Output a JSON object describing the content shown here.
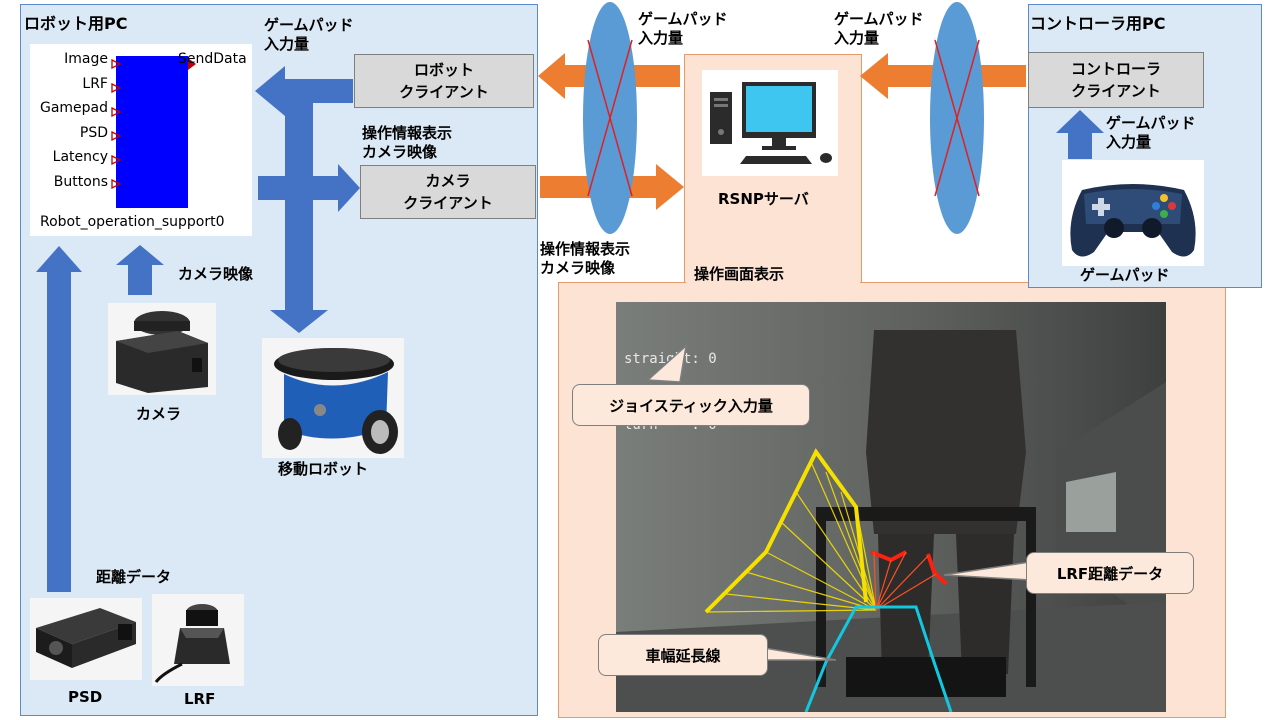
{
  "robot_pc": {
    "title": "ロボット用PC",
    "rtc": {
      "in_ports": [
        "Image",
        "LRF",
        "Gamepad",
        "PSD",
        "Latency",
        "Buttons"
      ],
      "out_port": "SendData",
      "name": "Robot_operation_support0"
    },
    "camera_video_label": "カメラ映像",
    "camera_label": "カメラ",
    "robot_label": "移動ロボット",
    "distance_label": "距離データ",
    "psd_label": "PSD",
    "lrf_label": "LRF",
    "gamepad_input_label": [
      "ゲームパッド",
      "入力量"
    ],
    "op_info_label": [
      "操作情報表示",
      "カメラ映像"
    ]
  },
  "clients": {
    "robot_client": [
      "ロボット",
      "クライアント"
    ],
    "camera_client": [
      "カメラ",
      "クライアント"
    ],
    "controller_client": [
      "コントローラ",
      "クライアント"
    ]
  },
  "middle": {
    "gamepad_label_left": [
      "ゲームパッド",
      "入力量"
    ],
    "gamepad_label_right": [
      "ゲームパッド",
      "入力量"
    ],
    "op_info_bottom": [
      "操作情報表示",
      "カメラ映像"
    ],
    "server_label": "RSNPサーバ",
    "screen_label": "操作画面表示"
  },
  "controller_pc": {
    "title": "コントローラ用PC",
    "gamepad_input_label": [
      "ゲームパッド",
      "入力量"
    ],
    "gamepad_label": "ゲームパッド"
  },
  "screen": {
    "hud_line1": "straight: 0",
    "hud_line2": "turn    : 0",
    "callout_joystick": "ジョイスティック入力量",
    "callout_lrf": "LRF距離データ",
    "callout_width": "車幅延長線"
  },
  "colors": {
    "blue_arrow": "#4472c4",
    "orange_arrow": "#ed7d31",
    "lens": "#5b9bd5",
    "panel_blue": "#dbe8f5",
    "panel_peach": "#fde3d4",
    "rtc_body": "#0000ff"
  }
}
